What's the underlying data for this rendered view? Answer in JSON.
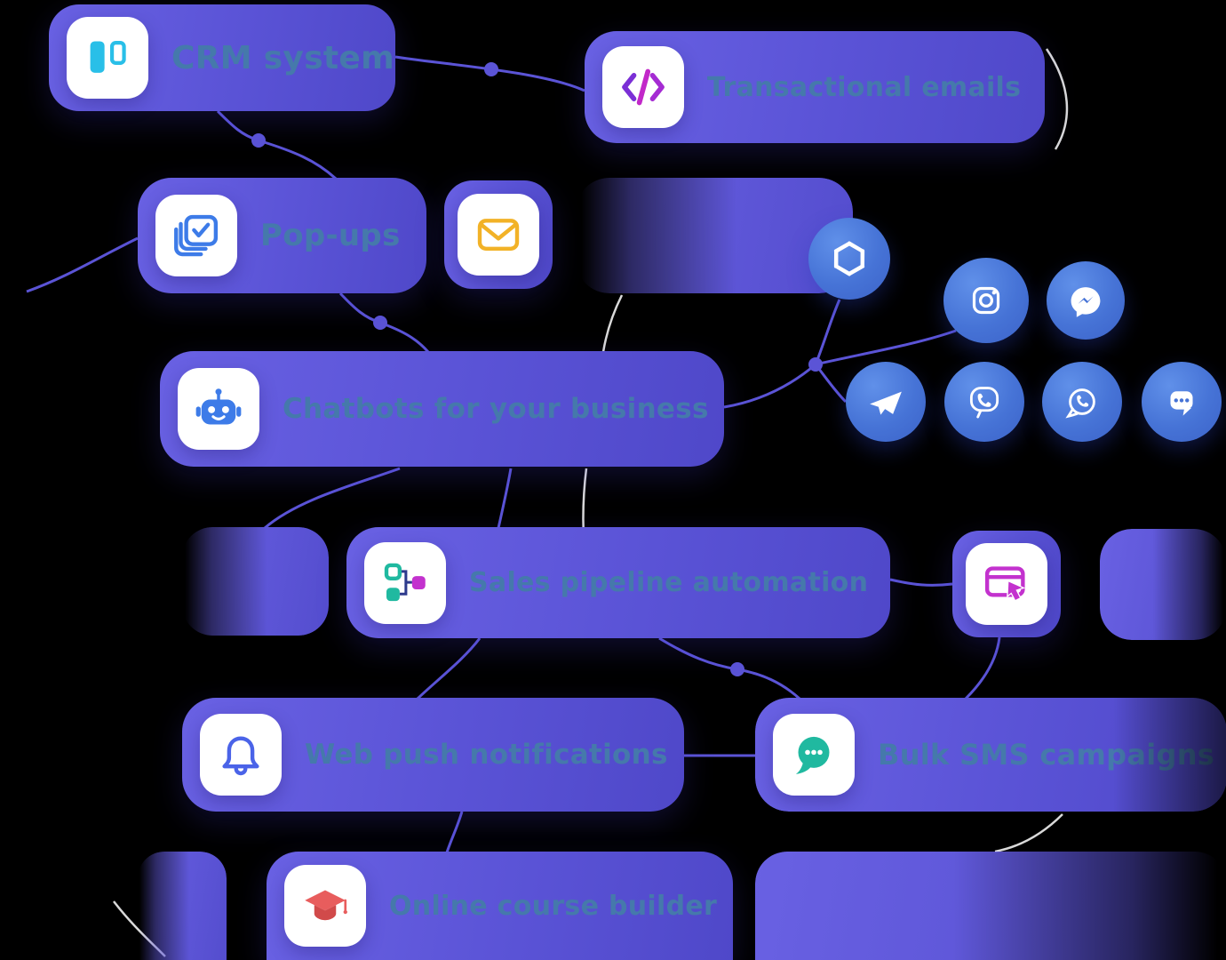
{
  "diagram": {
    "background_color": "#000000",
    "pill_color": "#5B54D6",
    "label_color": "#4579AB",
    "connector_color": "#5B54D6",
    "white_line_color": "#FFFFFF",
    "messenger_circle_color": "#4A7BDE",
    "features": {
      "crm": {
        "label": "CRM system",
        "icon": "kanban-board-icon",
        "accent": "#29BFE8"
      },
      "transactional_emails": {
        "label": "Transactional emails",
        "icon": "code-tag-icon",
        "accent": "#A52BD3"
      },
      "popups": {
        "label": "Pop-ups",
        "icon": "layered-checkbox-icon",
        "accent": "#3D7BE8"
      },
      "email_service": {
        "icon": "envelope-icon",
        "accent": "#F2B227"
      },
      "chatbots": {
        "label": "Chatbots for your business",
        "icon": "robot-icon",
        "accent": "#3D7BE8"
      },
      "sales_pipeline": {
        "label": "Sales pipeline automation",
        "icon": "flowchart-icon",
        "accent": "#20B9A0"
      },
      "landing_pages": {
        "icon": "browser-cursor-icon",
        "accent": "#C332CE"
      },
      "web_push": {
        "label": "Web push notifications",
        "icon": "bell-icon",
        "accent": "#4A63E8"
      },
      "bulk_sms": {
        "label": "Bulk SMS campaigns",
        "icon": "chat-dots-icon",
        "accent": "#20B9A0"
      },
      "course_builder": {
        "label": "Online course builder",
        "icon": "graduation-cap-icon",
        "accent": "#E85D5D"
      }
    },
    "messenger_icons": [
      {
        "icon": "openai-icon"
      },
      {
        "icon": "instagram-icon"
      },
      {
        "icon": "facebook-messenger-icon"
      },
      {
        "icon": "telegram-icon"
      },
      {
        "icon": "viber-icon"
      },
      {
        "icon": "whatsapp-icon"
      },
      {
        "icon": "live-chat-icon"
      }
    ]
  }
}
